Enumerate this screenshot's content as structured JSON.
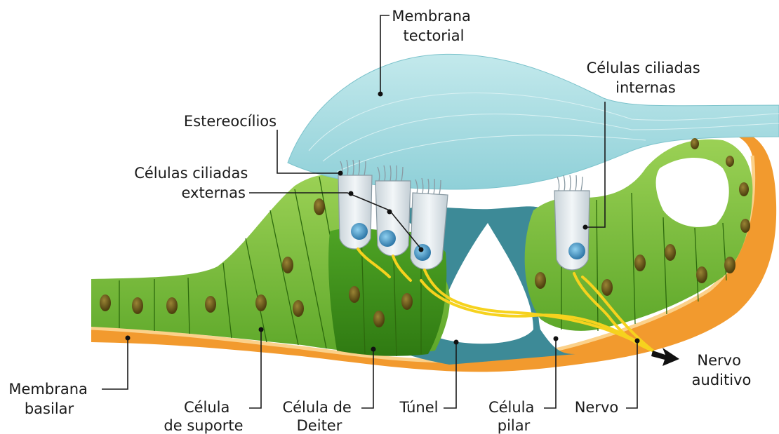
{
  "labels": {
    "membrana_tectorial": [
      "Membrana",
      "tectorial"
    ],
    "celulas_ciliadas_internas": [
      "Células ciliadas",
      "internas"
    ],
    "estereocilios": [
      "Estereocílios"
    ],
    "celulas_ciliadas_externas": [
      "Células ciliadas",
      "externas"
    ],
    "membrana_basilar": [
      "Membrana",
      "basilar"
    ],
    "celula_de_suporte": [
      "Célula",
      "de suporte"
    ],
    "celula_de_deiter": [
      "Célula de",
      "Deiter"
    ],
    "tunel": [
      "Túnel"
    ],
    "celula_pilar": [
      "Célula",
      "pilar"
    ],
    "nervo": [
      "Nervo"
    ],
    "nervo_auditivo": [
      "Nervo",
      "auditivo"
    ]
  },
  "colors": {
    "tectorial_membrane": "#a9dde2",
    "support_green": "#7cc242",
    "deiter_green": "#3f8f1f",
    "basilar_orange": "#f29a2e",
    "tunnel_teal": "#3d8a97",
    "hair_cell": "#dfe7ec",
    "nucleus_blue": "#3b8fc0",
    "nucleus_olive": "#6b5a1c",
    "nerve_yellow": "#f6d21e"
  }
}
